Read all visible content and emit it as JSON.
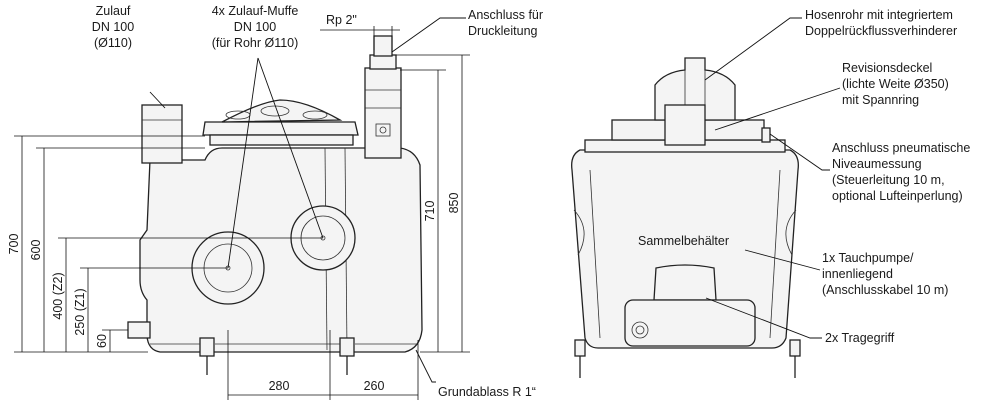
{
  "labels": {
    "zulauf": [
      "Zulauf",
      "DN 100",
      "(Ø110)"
    ],
    "muffe": [
      "4x Zulauf-Muffe",
      "DN 100",
      "(für Rohr Ø110)"
    ],
    "rp": "Rp 2\"",
    "anschluss_druck": [
      "Anschluss für",
      "Druckleitung"
    ],
    "hosenrohr": [
      "Hosenrohr mit integriertem",
      "Doppelrückflussverhinderer"
    ],
    "revisionsdeckel": [
      "Revisionsdeckel",
      "(lichte Weite Ø350)",
      "mit Spannring"
    ],
    "pneumatisch": [
      "Anschluss pneumatische",
      "Niveaumessung",
      "(Steuerleitung 10 m,",
      "optional Lufteinperlung)"
    ],
    "sammelbehaelter": "Sammelbehälter",
    "tauchpumpe": [
      "1x Tauchpumpe/",
      "innenliegend",
      "(Anschlusskabel 10 m)"
    ],
    "tragegriff": "2x Tragegriff",
    "grundablass": "Grundablass R 1“"
  },
  "dimensions": {
    "h700": "700",
    "h600": "600",
    "h400": "400 (Z2)",
    "h250": "250 (Z1)",
    "h60": "60",
    "h710": "710",
    "h850": "850",
    "w280": "280",
    "w260": "260"
  }
}
